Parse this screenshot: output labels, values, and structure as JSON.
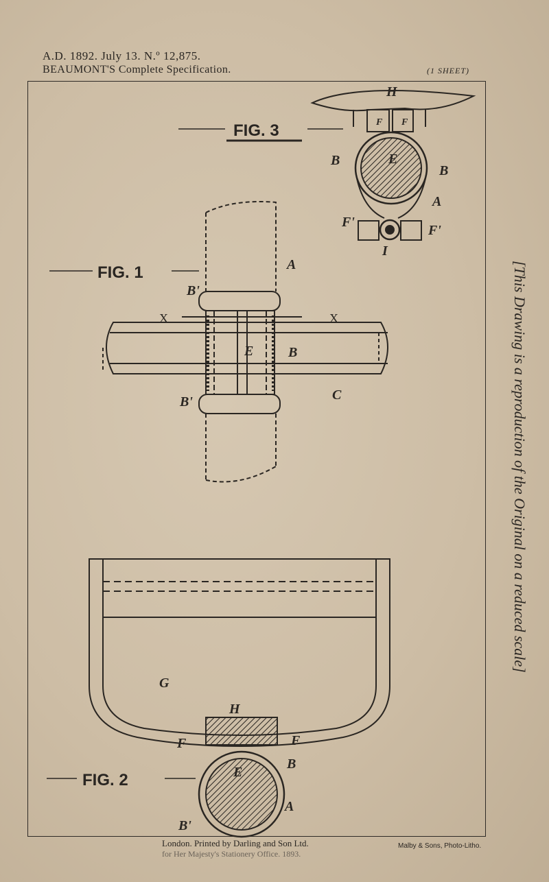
{
  "header": {
    "line1": "A.D. 1892. July 13. N.º 12,875.",
    "line2": "BEAUMONT'S Complete Specification.",
    "sheet": "(1 SHEET)"
  },
  "figures": {
    "fig1": {
      "title": "FIG. 1",
      "labels": [
        "B'",
        "A",
        "X",
        "X",
        "E",
        "B",
        "C",
        "B'"
      ]
    },
    "fig2": {
      "title": "FIG. 2",
      "labels": [
        "G",
        "H",
        "F",
        "F",
        "B",
        "E",
        "A",
        "B'"
      ]
    },
    "fig3": {
      "title": "FIG. 3",
      "labels": [
        "H",
        "F",
        "F",
        "B",
        "E",
        "B",
        "A",
        "F'",
        "F'",
        "I"
      ]
    }
  },
  "side_note": "[This Drawing is a reproduction of the Original on a reduced scale]",
  "footer": {
    "printer_line1": "London. Printed by Darling and Son Ltd.",
    "printer_line2": "for Her Majesty's Stationery Office. 1893.",
    "lithographer": "Malby & Sons, Photo-Litho."
  }
}
